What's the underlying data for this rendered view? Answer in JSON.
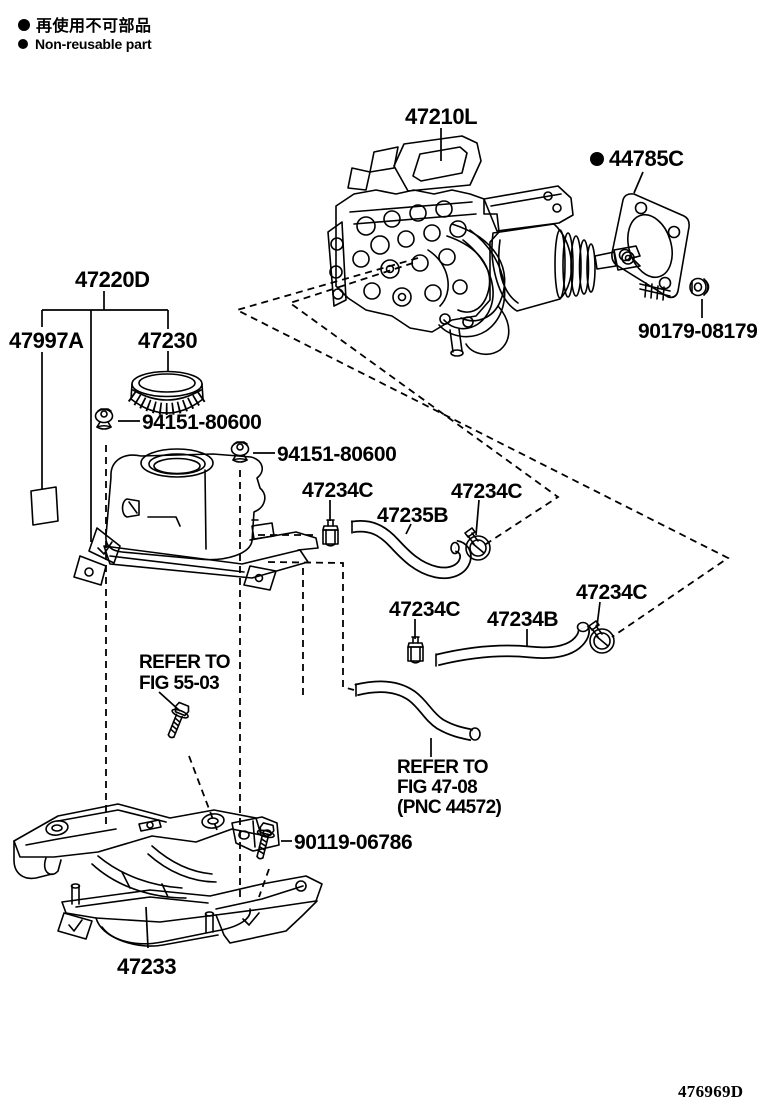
{
  "page": {
    "background": "#ffffff",
    "line_color": "#000000",
    "footer_code": "476969D"
  },
  "legend": {
    "bullet": "●",
    "jp": "再使用不可部品",
    "en": "Non-reusable part"
  },
  "parts": {
    "booster": {
      "label": "47210L"
    },
    "gasket": {
      "label": "44785C",
      "non_reusable": true
    },
    "gasket_nut": {
      "label": "90179-08179"
    },
    "reservoir_assembly": {
      "label": "47220D"
    },
    "caution_label": {
      "label": "47997A"
    },
    "cap": {
      "label": "47230"
    },
    "nut_upper": {
      "label": "94151-80600"
    },
    "nut_lower": {
      "label": "94151-80600"
    },
    "clamp_upper_left": {
      "label": "47234C"
    },
    "hose_upper": {
      "label": "47235B"
    },
    "clamp_upper_right": {
      "label": "47234C"
    },
    "clamp_mid_right": {
      "label": "47234C"
    },
    "clamp_lower_left": {
      "label": "47234C"
    },
    "hose_lower": {
      "label": "47234B"
    },
    "bracket_bolt_ref": {
      "line1": "REFER TO",
      "line2": "FIG 55-03"
    },
    "bolt": {
      "label": "90119-06786"
    },
    "bracket": {
      "label": "47233"
    },
    "hose_ref": {
      "line1": "REFER TO",
      "line2": "FIG 47-08",
      "line3": "(PNC 44572)"
    }
  }
}
